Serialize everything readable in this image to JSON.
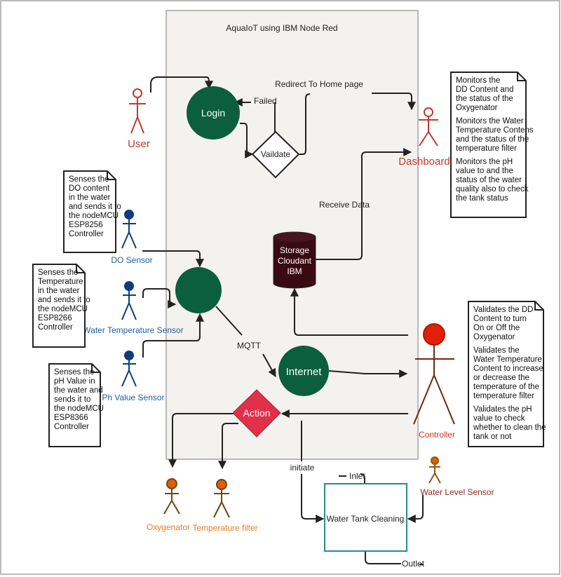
{
  "title": "AquaIoT using IBM Node Red",
  "colors": {
    "panel": "#f4f2ee",
    "node_green": "#0b5e40",
    "storage": "#3a0a12",
    "action": "#e0304a",
    "user_red": "#c0392b",
    "sensor_blue": "#0d3d7a",
    "actuator_orange": "#e67e22",
    "tank_border": "#2a8a8a"
  },
  "actors": {
    "user": {
      "label": "User",
      "icon": "stick-figure-icon"
    },
    "dashboard": {
      "label": "Dashboard",
      "icon": "stick-figure-icon"
    },
    "do_sensor": {
      "label": "DO Sensor",
      "icon": "stick-figure-icon"
    },
    "water_temp_sensor": {
      "label": "Water Temperature Sensor",
      "icon": "stick-figure-icon"
    },
    "ph_sensor": {
      "label": "Ph Value Sensor",
      "icon": "stick-figure-icon"
    },
    "controller": {
      "label": "Controller",
      "icon": "stick-figure-icon"
    },
    "oxygenator": {
      "label": "Oxygenator",
      "icon": "stick-figure-icon"
    },
    "temperature_filter": {
      "label": "Temperature filter",
      "icon": "stick-figure-icon"
    },
    "water_level_sensor": {
      "label": "Water Level Sensor",
      "icon": "stick-figure-icon"
    }
  },
  "nodes": {
    "login": "Login",
    "validate": "Vaildate",
    "storage": [
      "Storage",
      "Cloudant",
      "IBM"
    ],
    "internet": "Internet",
    "action": "Action",
    "tank": "Water Tank Cleaning"
  },
  "edge_labels": {
    "failed": "Failed",
    "redirect": "Redirect To Home page",
    "receive": "Receive Data",
    "mqtt": "MQTT",
    "initiate": "initiate",
    "inlet": "Inlet",
    "outlet": "Outlet"
  },
  "notes": {
    "do": [
      "Senses the",
      "DO content",
      "in the water",
      "and sends it to",
      "the nodeMCU",
      "ESP8256",
      "Controller"
    ],
    "temp": [
      "Senses the",
      "Temperature",
      "in the water",
      "and sends it to",
      "the nodeMCU",
      "ESP8266",
      "Controller"
    ],
    "ph": [
      "Senses the",
      "pH Value in",
      "the water and",
      "sends it to",
      "the nodeMCU",
      "ESP8366",
      "Controller"
    ],
    "dashboard": [
      [
        "Monitors the",
        "DD Content and",
        "the status of the",
        "Oxygenator"
      ],
      [
        "Monitors the Water",
        "Temperature Contens",
        "and the status of the",
        "temperature filter"
      ],
      [
        "Monitors the pH",
        "value to and the",
        "status of the water",
        "quality also to check",
        "the tank status"
      ]
    ],
    "controller": [
      [
        "Validates the DD",
        "Content to turn",
        "On or Off the",
        "Oxygenator"
      ],
      [
        "Validates the",
        "Water Temperature",
        "Content to increase",
        "or decrease the",
        "temperature of the",
        "temperature filter"
      ],
      [
        "Validates the pH",
        "value to check",
        "whether to clean the",
        "tank or not"
      ]
    ]
  }
}
